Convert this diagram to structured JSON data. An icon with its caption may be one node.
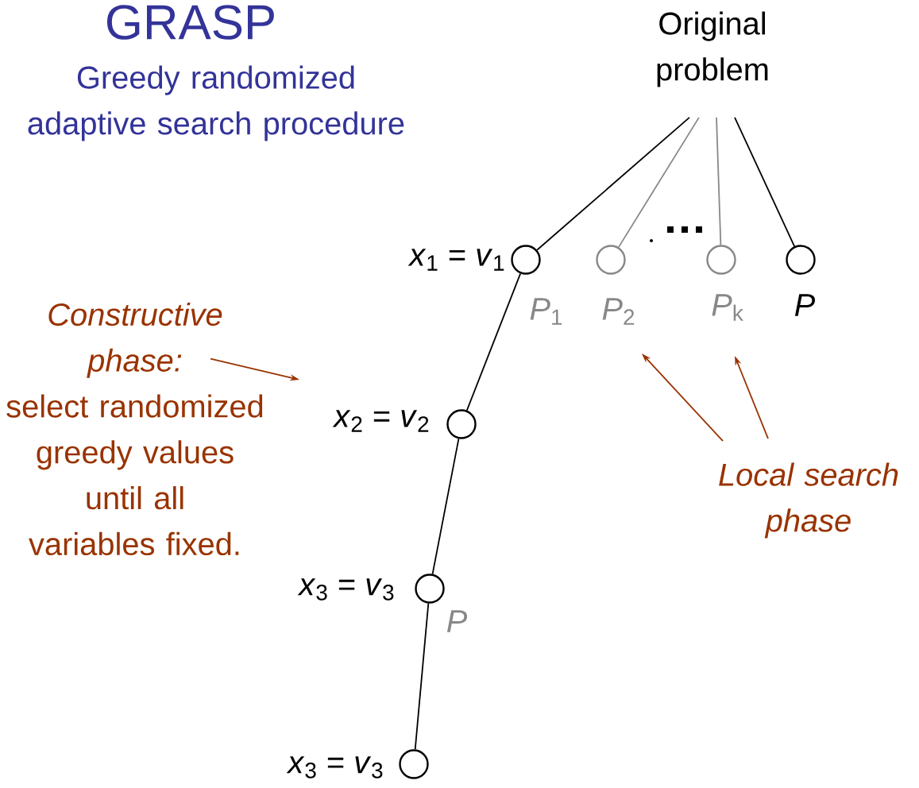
{
  "diagram": {
    "title": "GRASP",
    "nodes": [
      {
        "text": [
          "Original problem"
        ]
      },
      {
        "text": [],
        "shape": "circle",
        "beside": [
          "*x*$_{1}$ = *v*$_{1}$",
          "*P*$_{1}$"
        ]
      },
      {
        "text": [],
        "shape": "circle",
        "beside": [
          "*P*$_{2}$"
        ]
      },
      {
        "text": [],
        "shape": "circle",
        "beside": [
          "*P*$_{k}$"
        ]
      },
      {
        "text": [],
        "shape": "circle",
        "beside": [
          "*P*"
        ]
      },
      {
        "text": [],
        "shape": "circle",
        "beside": [
          "*x*$_{2}$ = *v*$_{2}$"
        ]
      },
      {
        "text": [],
        "shape": "circle",
        "beside": [
          "*x*$_{3}$ = *v*$_{3}$",
          "*P*"
        ]
      },
      {
        "text": [],
        "shape": "circle",
        "beside": [
          "*x*$_{3}$ = *v*$_{3}$"
        ]
      },
      {
        "text": [
          "Constructive phase:",
          "select randomized greedy values until all variables fixed."
        ]
      },
      {
        "text": [
          "Local search phase"
        ]
      }
    ],
    "edges": [
      {
        "from": 0,
        "to": 1,
        "arrow": "none"
      },
      {
        "from": 0,
        "to": 2,
        "arrow": "none",
        "color": "#888888"
      },
      {
        "from": 0,
        "to": 3,
        "arrow": "none",
        "color": "#888888"
      },
      {
        "from": 0,
        "to": 4,
        "arrow": "none"
      },
      {
        "from": 1,
        "to": 5,
        "arrow": "none"
      },
      {
        "from": 5,
        "to": 6,
        "arrow": "none"
      },
      {
        "from": 6,
        "to": 7,
        "arrow": "none"
      },
      {
        "from": 8,
        "to": null,
        "arrow": "to",
        "color": "#993300"
      },
      {
        "from": 9,
        "to": null,
        "arrow": "to",
        "color": "#993300"
      },
      {
        "from": 9,
        "to": null,
        "arrow": "to",
        "color": "#993300"
      }
    ],
    "labels": [
      "Greedy randomized adaptive search procedure"
    ]
  }
}
